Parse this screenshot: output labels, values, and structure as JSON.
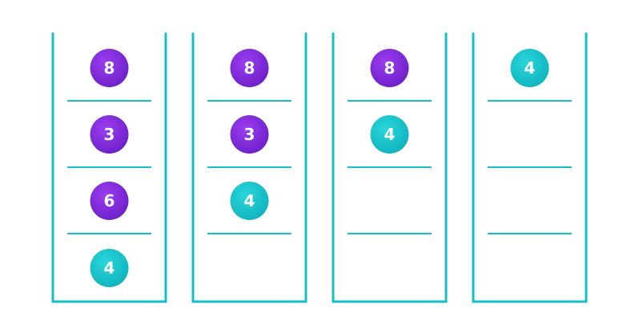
{
  "colors": {
    "stroke": "#13c0c9",
    "purple": "#7d28d6",
    "teal": "#16bfc7",
    "text": "#ffffff"
  },
  "stacks": [
    {
      "name": "stack-1",
      "balls": [
        {
          "label": "8",
          "color": "purple"
        },
        {
          "label": "3",
          "color": "purple"
        },
        {
          "label": "6",
          "color": "purple"
        },
        {
          "label": "4",
          "color": "teal"
        }
      ]
    },
    {
      "name": "stack-2",
      "balls": [
        {
          "label": "8",
          "color": "purple"
        },
        {
          "label": "3",
          "color": "purple"
        },
        {
          "label": "4",
          "color": "teal"
        }
      ]
    },
    {
      "name": "stack-3",
      "balls": [
        {
          "label": "8",
          "color": "purple"
        },
        {
          "label": "4",
          "color": "teal"
        }
      ]
    },
    {
      "name": "stack-4",
      "balls": [
        {
          "label": "4",
          "color": "teal"
        }
      ]
    }
  ]
}
